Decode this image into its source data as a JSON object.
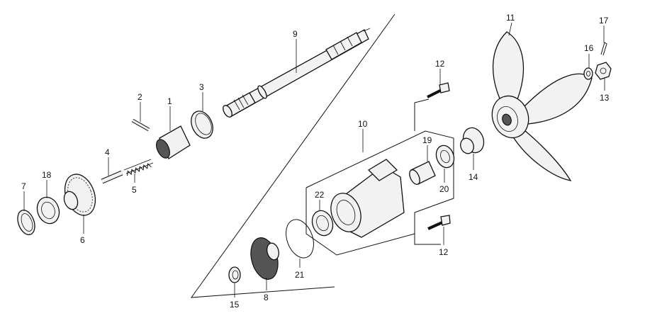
{
  "callouts": [
    {
      "id": "c1",
      "text": "1"
    },
    {
      "id": "c2",
      "text": "2"
    },
    {
      "id": "c3",
      "text": "3"
    },
    {
      "id": "c4",
      "text": "4"
    },
    {
      "id": "c5",
      "text": "5"
    },
    {
      "id": "c6",
      "text": "6"
    },
    {
      "id": "c7",
      "text": "7"
    },
    {
      "id": "c8",
      "text": "8"
    },
    {
      "id": "c9",
      "text": "9"
    },
    {
      "id": "c10",
      "text": "10"
    },
    {
      "id": "c11",
      "text": "11"
    },
    {
      "id": "c12a",
      "text": "12"
    },
    {
      "id": "c12b",
      "text": "12"
    },
    {
      "id": "c13",
      "text": "13"
    },
    {
      "id": "c14",
      "text": "14"
    },
    {
      "id": "c15",
      "text": "15"
    },
    {
      "id": "c16",
      "text": "16"
    },
    {
      "id": "c17",
      "text": "17"
    },
    {
      "id": "c18",
      "text": "18"
    },
    {
      "id": "c19",
      "text": "19"
    },
    {
      "id": "c20",
      "text": "20"
    },
    {
      "id": "c21",
      "text": "21"
    },
    {
      "id": "c22",
      "text": "22"
    }
  ]
}
